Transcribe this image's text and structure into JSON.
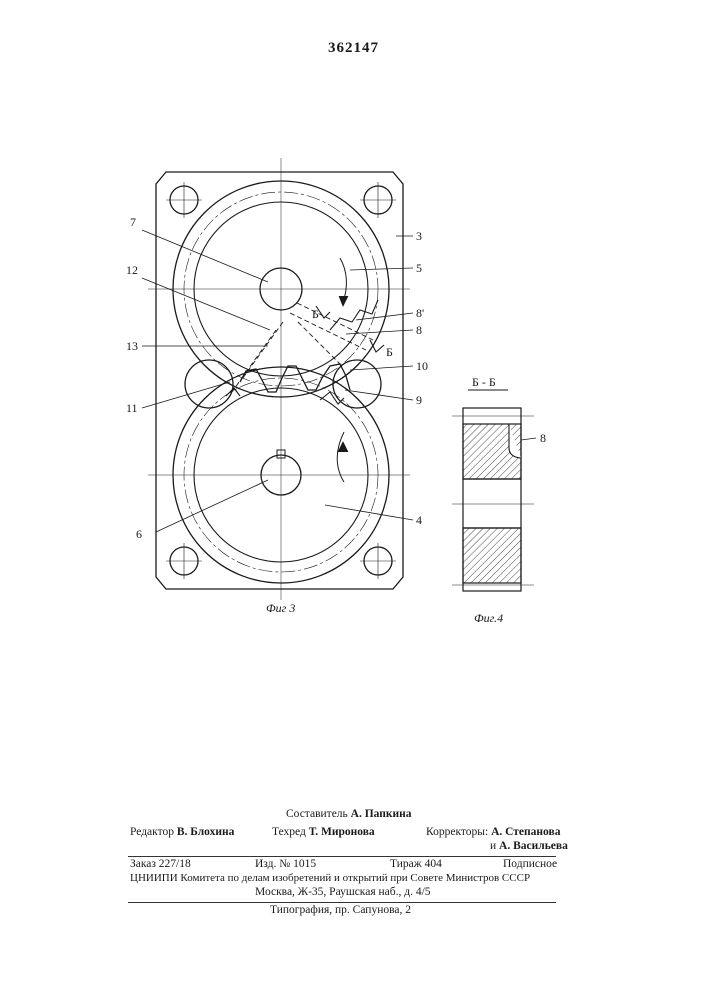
{
  "document": {
    "patent_number": "362147"
  },
  "figures": {
    "fig3": {
      "caption": "Фиг 3"
    },
    "fig4": {
      "caption": "Фиг.4",
      "section_title": "Б - Б",
      "label": "8"
    },
    "labels": {
      "l3": "3",
      "l4": "4",
      "l5": "5",
      "l6": "6",
      "l7": "7",
      "l8": "8",
      "l8p": "8'",
      "l9": "9",
      "l10": "10",
      "l11": "11",
      "l12": "12",
      "l13": "13",
      "b1": "Б",
      "b2": "Б"
    }
  },
  "footer": {
    "compiler_label": "Составитель",
    "compiler_name": "А. Папкина",
    "editor_label": "Редактор",
    "editor_name": "В. Блохина",
    "techred_label": "Техред",
    "techred_name": "Т. Миронова",
    "correctors_label": "Корректоры:",
    "corrector1": "А. Степанова",
    "corrector2_prefix": "и",
    "corrector2": "А. Васильева",
    "order": "Заказ 227/18",
    "edition": "Изд. № 1015",
    "circulation": "Тираж 404",
    "subscription": "Подписное",
    "institute_line": "ЦНИИПИ Комитета по делам изобретений и открытий при Совете Министров СССР",
    "address_line": "Москва, Ж-35, Раушская наб., д. 4/5",
    "printer_line": "Типография, пр. Сапунова, 2"
  }
}
